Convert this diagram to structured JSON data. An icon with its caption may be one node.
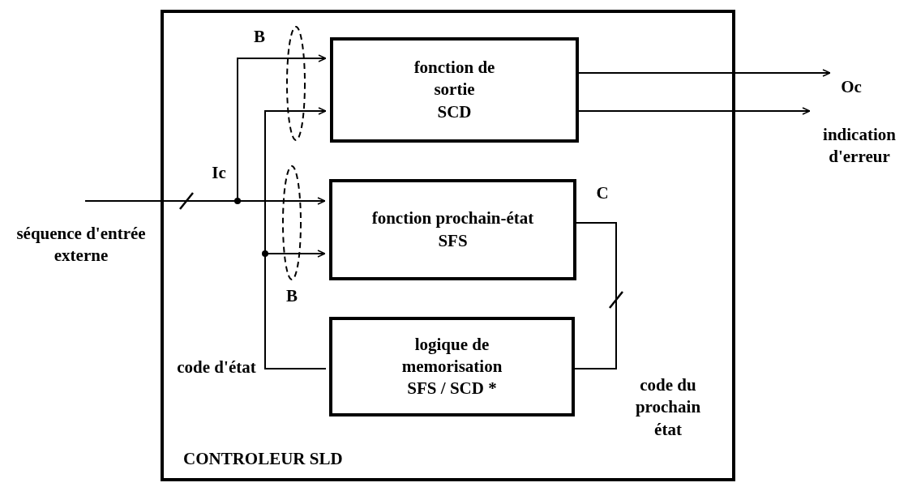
{
  "diagram": {
    "nodes": [
      {
        "text": [
          "CONTROLEUR SLD"
        ]
      },
      {
        "text": [
          "fonction de sortie",
          "SCD"
        ],
        "in": 0
      },
      {
        "text": [
          "fonction prochain-état",
          "SFS"
        ],
        "in": 0
      },
      {
        "text": [
          "logique de memorisation",
          "SFS / SCD *"
        ],
        "in": 0
      },
      {
        "text": [
          "séquence d'entrée externe"
        ]
      },
      {
        "text": [
          "Oc"
        ]
      },
      {
        "text": [
          "indication d'erreur"
        ]
      }
    ],
    "edges": [
      {
        "from": 4,
        "to": 2,
        "arrow": "to"
      },
      {
        "from": 4,
        "to": 1,
        "arrow": "to"
      },
      {
        "from": 3,
        "to": 1,
        "arrow": "to"
      },
      {
        "from": 3,
        "to": 2,
        "arrow": "to"
      },
      {
        "from": 2,
        "to": 3,
        "arrow": "none"
      },
      {
        "from": 1,
        "to": 5,
        "arrow": "to"
      },
      {
        "from": 1,
        "to": 6,
        "arrow": "to"
      }
    ],
    "labels": [
      "B",
      "Ic",
      "B",
      "C",
      "code d'état",
      "code du prochain état"
    ]
  }
}
